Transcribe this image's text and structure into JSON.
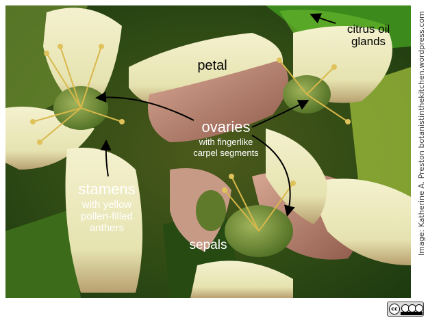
{
  "labels": {
    "petal": "petal",
    "ovaries": "ovaries",
    "ovaries_sub1": "with fingerlike",
    "ovaries_sub2": "carpel segments",
    "stamens": "stamens",
    "stamens_sub1": "with yellow",
    "stamens_sub2": "pollen-filled",
    "stamens_sub3": "anthers",
    "sepals": "sepals",
    "citrus1": "citrus oil",
    "citrus2": "glands"
  },
  "credit": "Image: Katherine A. Preston botanistinthekitchen.wordpress.com",
  "license": {
    "name": "CC BY-NC-SA",
    "badge_text": "cc"
  }
}
